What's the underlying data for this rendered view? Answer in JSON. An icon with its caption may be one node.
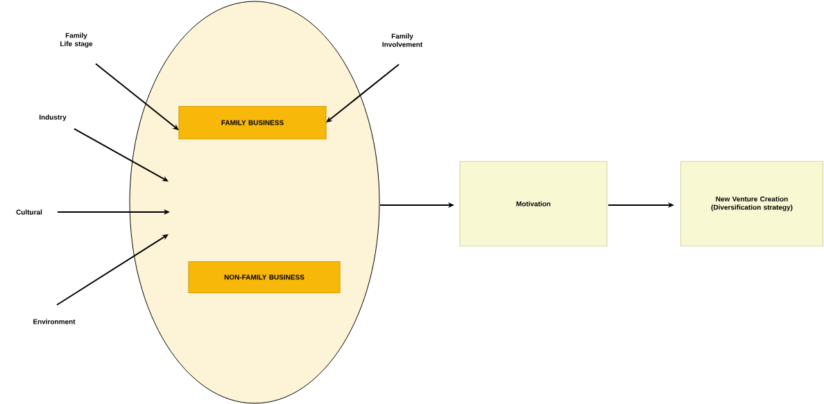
{
  "diagram": {
    "nodes": [
      {
        "text": [],
        "shape": "ellipse"
      },
      {
        "text": [
          "FAMILY BUSINESS"
        ],
        "in": 0
      },
      {
        "text": [
          "NON-FAMILY BUSINESS"
        ],
        "in": 0
      },
      {
        "text": [
          "Family Life stage"
        ]
      },
      {
        "text": [
          "Family Involvement"
        ]
      },
      {
        "text": [
          "Industry"
        ]
      },
      {
        "text": [
          "Cultural"
        ]
      },
      {
        "text": [
          "Environment"
        ]
      },
      {
        "text": [
          "Motivation"
        ]
      },
      {
        "text": [
          "New Venture Creation (Diversification strategy)"
        ]
      }
    ],
    "edges": [
      {
        "from": 3,
        "to": 1,
        "arrow": "to"
      },
      {
        "from": 4,
        "to": 1,
        "arrow": "to"
      },
      {
        "from": 5,
        "to": 0,
        "arrow": "to"
      },
      {
        "from": 6,
        "to": 0,
        "arrow": "to"
      },
      {
        "from": 7,
        "to": 0,
        "arrow": "to"
      },
      {
        "from": 0,
        "to": 8,
        "arrow": "to"
      },
      {
        "from": 8,
        "to": 9,
        "arrow": "to"
      }
    ]
  }
}
